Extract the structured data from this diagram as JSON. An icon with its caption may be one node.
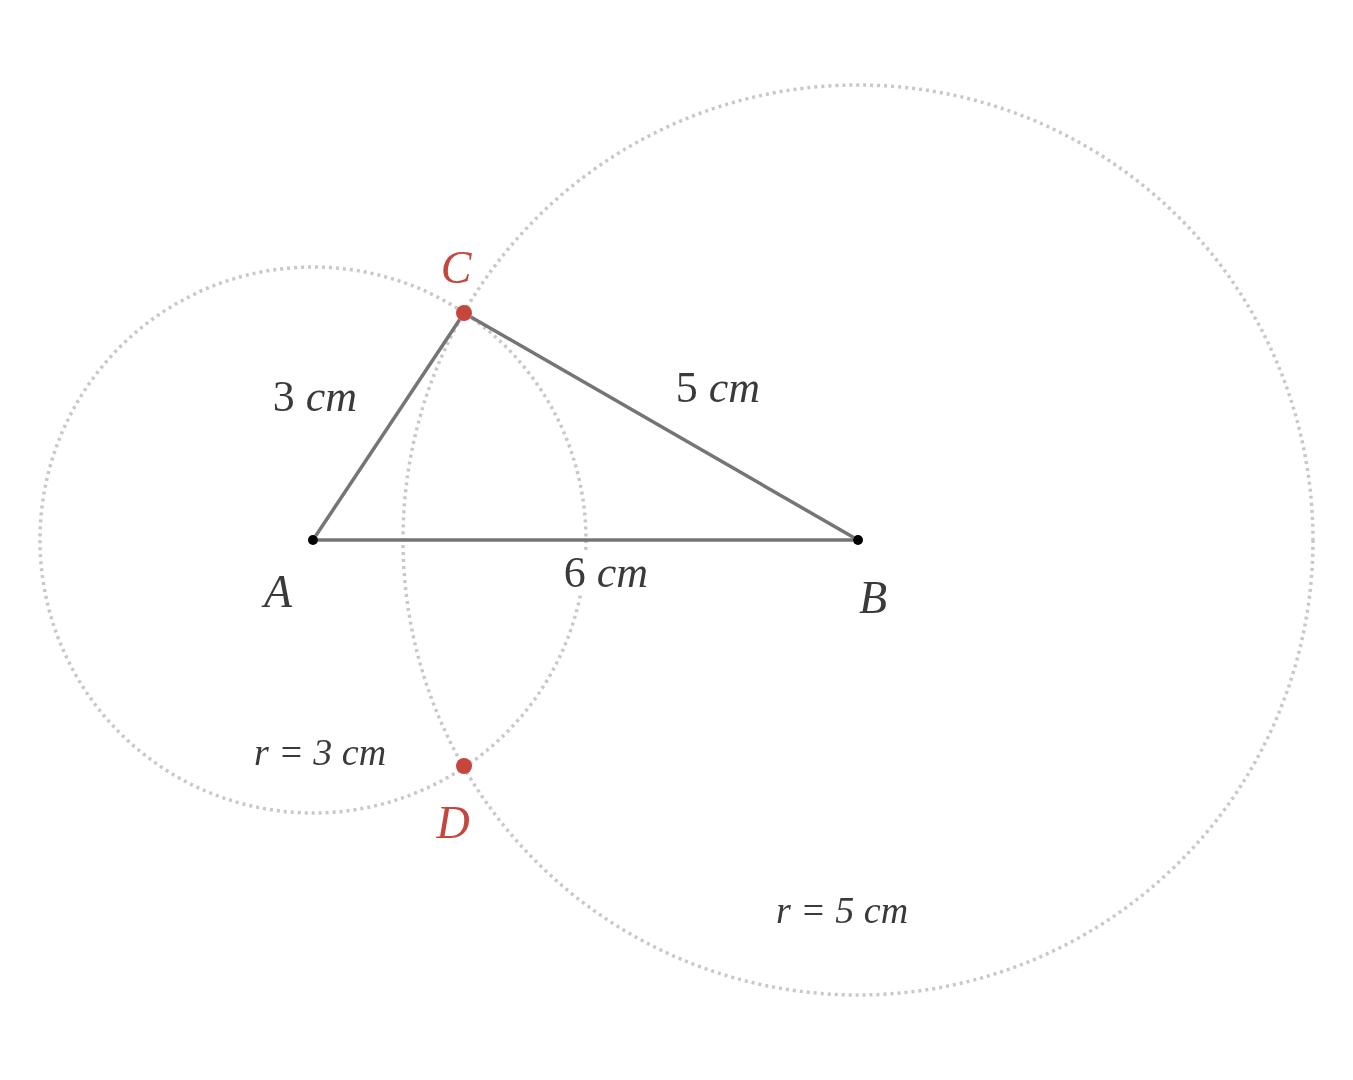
{
  "diagram": {
    "nodes": [
      {
        "text": [],
        "shape": "circle",
        "beside": [
          "A"
        ]
      },
      {
        "text": [],
        "shape": "circle",
        "beside": [
          "B"
        ]
      },
      {
        "text": [],
        "shape": "circle",
        "beside": [
          "C"
        ]
      },
      {
        "text": [],
        "shape": "circle",
        "beside": [
          "D"
        ]
      }
    ],
    "edges": [
      {
        "from": 0,
        "to": 2,
        "arrow": "none",
        "label": "3 *cm*"
      },
      {
        "from": 2,
        "to": 1,
        "arrow": "none",
        "label": "5 *cm*"
      },
      {
        "from": 0,
        "to": 1,
        "arrow": "none",
        "label": "6 *cm*"
      }
    ],
    "labels": [
      "r = 3 cm",
      "r = 5 cm"
    ]
  }
}
